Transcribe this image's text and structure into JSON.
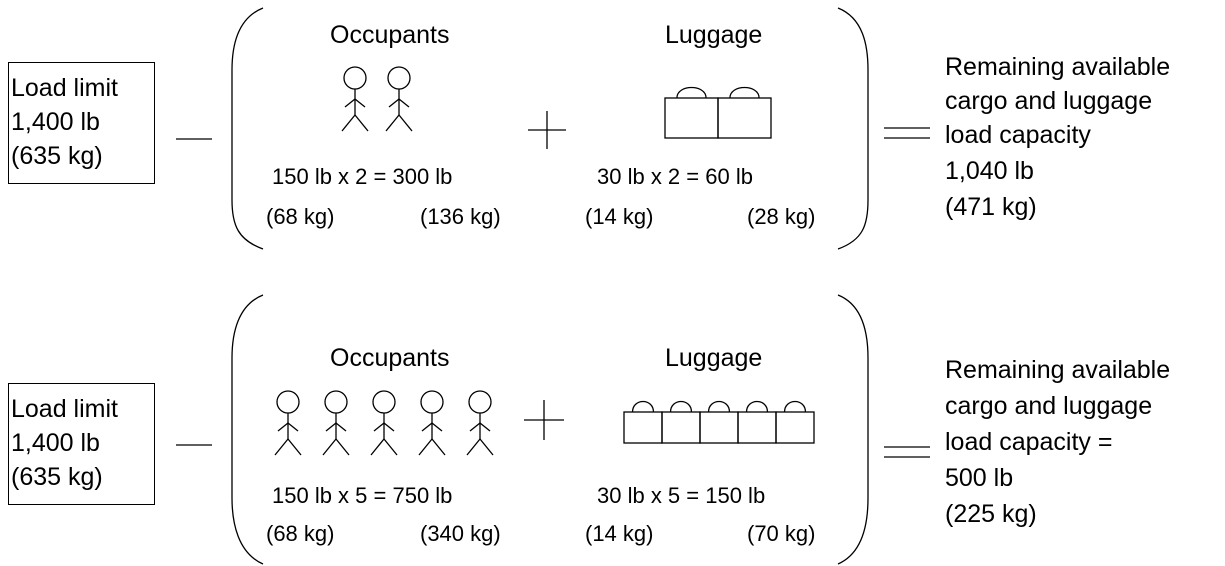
{
  "equations": [
    {
      "load_limit": {
        "line1": "Load limit",
        "line2": "1,400 lb",
        "line3": "(635 kg)"
      },
      "minus": "—",
      "occupants": {
        "title": "Occupants",
        "count": 2,
        "calc_lb": "150 lb x 2 =  300 lb",
        "calc_kg_each": "(68 kg)",
        "calc_kg_total": "(136 kg)"
      },
      "plus": "+",
      "luggage": {
        "title": "Luggage",
        "count": 2,
        "calc_lb": "30 lb  x 2 =  60 lb",
        "calc_kg_each": "(14 kg)",
        "calc_kg_total": "(28 kg)"
      },
      "equals": "=",
      "result": {
        "line1": "Remaining available",
        "line2": "cargo and luggage",
        "line3": "load capacity",
        "line4": "1,040 lb",
        "line5": "(471 kg)"
      }
    },
    {
      "load_limit": {
        "line1": "Load limit",
        "line2": "1,400 lb",
        "line3": "(635 kg)"
      },
      "minus": "—",
      "occupants": {
        "title": "Occupants",
        "count": 5,
        "calc_lb": "150 lb x 5 =  750 lb",
        "calc_kg_each": "(68 kg)",
        "calc_kg_total": "(340 kg)"
      },
      "plus": "+",
      "luggage": {
        "title": "Luggage",
        "count": 5,
        "calc_lb": "30 lb  x 5 =  150 lb",
        "calc_kg_each": "(14 kg)",
        "calc_kg_total": "(70 kg)"
      },
      "equals": "=",
      "result": {
        "line1": "Remaining available",
        "line2": "cargo and luggage",
        "line3": "load capacity =",
        "line4": "500 lb",
        "line5": "(225 kg)"
      }
    }
  ]
}
